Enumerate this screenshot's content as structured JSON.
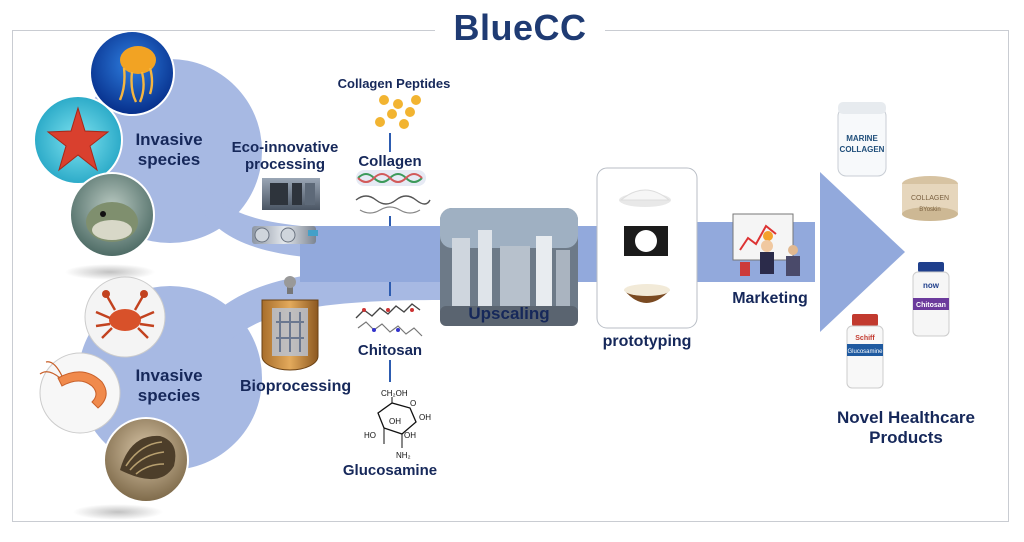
{
  "title": "BlueCC",
  "sources": [
    {
      "label": "Invasive species",
      "items": [
        "jellyfish-icon",
        "starfish-icon",
        "pufferfish-icon"
      ]
    },
    {
      "label": "Invasive species",
      "items": [
        "crab-icon",
        "shrimp-icon",
        "mussel-icon"
      ]
    }
  ],
  "processes": {
    "eco": "Eco-innovative processing",
    "bio": "Bioprocessing",
    "upscaling": "Upscaling",
    "prototyping": "prototyping",
    "marketing": "Marketing"
  },
  "compounds": {
    "peptides": "Collagen Peptides",
    "collagen": "Collagen",
    "chitosan": "Chitosan",
    "glucosamine": "Glucosamine"
  },
  "glucosamine_structure": {
    "labels": [
      "CH₂OH",
      "O",
      "OH",
      "OH",
      "HO",
      "OH",
      "NH₂"
    ]
  },
  "products": {
    "title": "Novel Healthcare Products",
    "items": [
      {
        "name": "marine-collagen-jar",
        "text_top": "MARINE",
        "text_bottom": "COLLAGEN"
      },
      {
        "name": "collagen-cream",
        "text_top": "COLLAGEN",
        "text_bottom": "BYoskin"
      },
      {
        "name": "chitosan-bottle",
        "text_top": "now",
        "text_bottom": "Chitosan"
      },
      {
        "name": "glucosamine-bottle",
        "text_top": "Schiff",
        "text_bottom": "Glucosamine"
      }
    ]
  },
  "colors": {
    "flow": "#92a9dc",
    "circle": "#a7b9e3",
    "text": "#16285a",
    "title": "#1f3b73"
  }
}
